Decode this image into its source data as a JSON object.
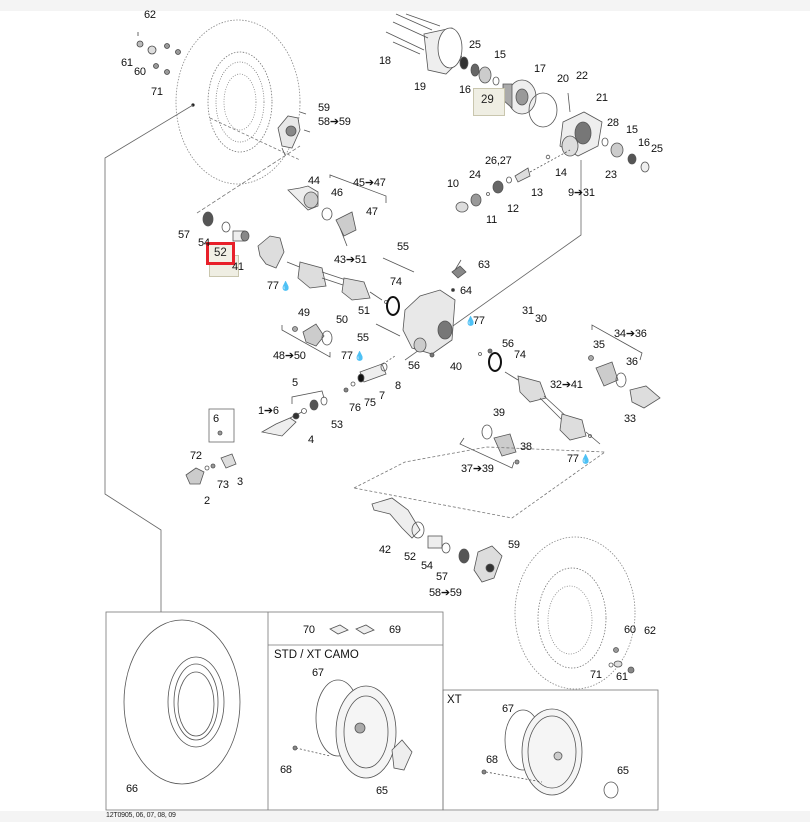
{
  "diagram": {
    "title": "Front drive / wheel exploded parts diagram",
    "drawing_code": "12T0905, 06, 07, 08, 09",
    "highlighted_callouts": [
      {
        "label": "52",
        "style": "red-outline",
        "color": "#e8202a"
      },
      {
        "label": "29",
        "style": "shaded-box",
        "color": "#efeee3"
      }
    ],
    "callouts": {
      "c62a": "62",
      "c61a": "61",
      "c60a": "60",
      "c71a": "71",
      "c59a": "59",
      "c58_59a": "58➔59",
      "c18": "18",
      "c19": "19",
      "c25a": "25",
      "c15a": "15",
      "c16a": "16",
      "c29": "29",
      "c17": "17",
      "c20": "20",
      "c22": "22",
      "c21": "21",
      "c28": "28",
      "c15b": "15",
      "c16b": "16",
      "c25b": "25",
      "c23": "23",
      "c14": "14",
      "c26_27": "26,27",
      "c24": "24",
      "c10": "10",
      "c13": "13",
      "c12": "12",
      "c11": "11",
      "c9_31": "9➔31",
      "c44": "44",
      "c46": "46",
      "c45_47": "45➔47",
      "c47": "47",
      "c57a": "57",
      "c54a": "54",
      "c52a": "52",
      "c41": "41",
      "c77a": "77",
      "c43_51": "43➔51",
      "c55a": "55",
      "c63": "63",
      "c74a": "74",
      "c64": "64",
      "c51": "51",
      "c49": "49",
      "c50": "50",
      "c48_50": "48➔50",
      "c55b": "55",
      "c77b": "77",
      "c31": "31",
      "c30": "30",
      "c56a": "56",
      "c77c": "77",
      "c56b": "56",
      "c74b": "74",
      "c40": "40",
      "c8": "8",
      "c7": "7",
      "c34_36": "34➔36",
      "c35": "35",
      "c36": "36",
      "c32_41": "32➔41",
      "c33": "33",
      "c5": "5",
      "c1_6": "1➔6",
      "c76": "76",
      "c75": "75",
      "c53": "53",
      "c4": "4",
      "c6": "6",
      "c72": "72",
      "c3": "3",
      "c73": "73",
      "c2": "2",
      "c39": "39",
      "c38": "38",
      "c37_39": "37➔39",
      "c77d": "77",
      "c42": "42",
      "c52b": "52",
      "c54b": "54",
      "c57b": "57",
      "c59b": "59",
      "c58_59b": "58➔59",
      "c60b": "60",
      "c62b": "62",
      "c71b": "71",
      "c61b": "61",
      "c70": "70",
      "c69": "69",
      "c66": "66",
      "c67a": "67",
      "c68a": "68",
      "c65a": "65",
      "c67b": "67",
      "c68b": "68",
      "c65b": "65"
    },
    "panels": {
      "std_title": "STD / XT CAMO",
      "xt_title": "XT"
    },
    "icons": {
      "drop": "💧",
      "arrow": "➔"
    }
  }
}
